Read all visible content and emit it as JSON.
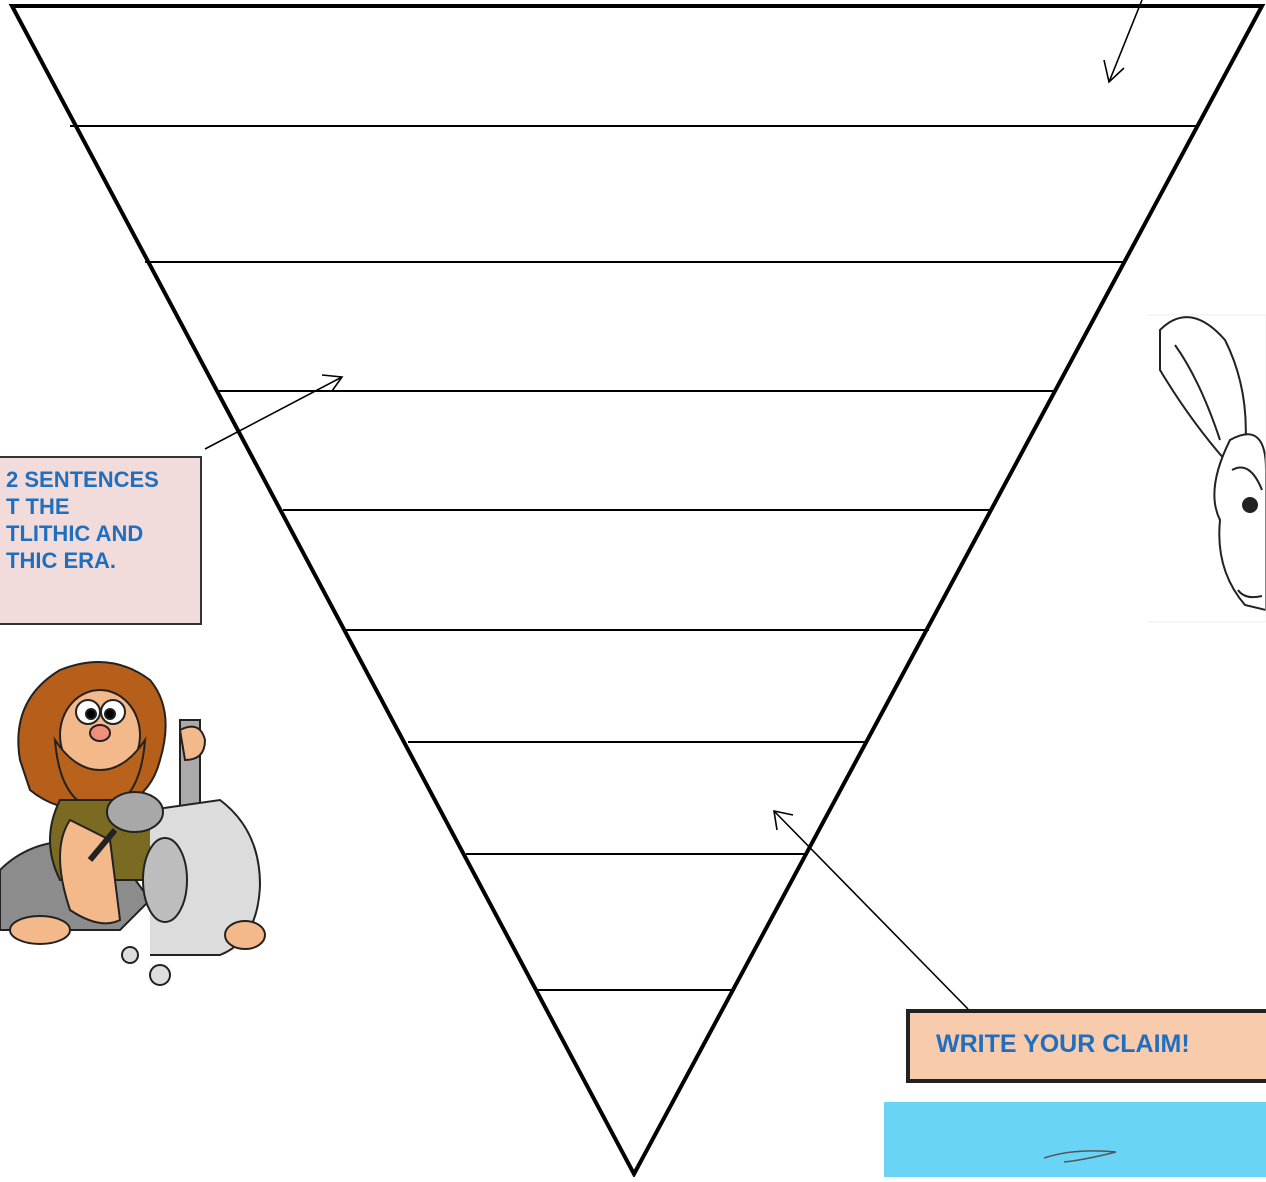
{
  "worksheet": {
    "left_note_lines": [
      "2 SENTENCES",
      "T THE",
      "TLITHIC AND",
      "THIC ERA."
    ],
    "claim_label": "WRITE YOUR CLAIM!"
  },
  "colors": {
    "note_text": "#1f6fc0",
    "left_note_bg": "#f2dcdb",
    "claim_bg": "#f8cbad",
    "blue_panel": "#6ad4f7"
  },
  "icons": [
    "caveman-chiseling-wheel-illustration",
    "caveman-with-club-illustration",
    "arrow-icon"
  ]
}
